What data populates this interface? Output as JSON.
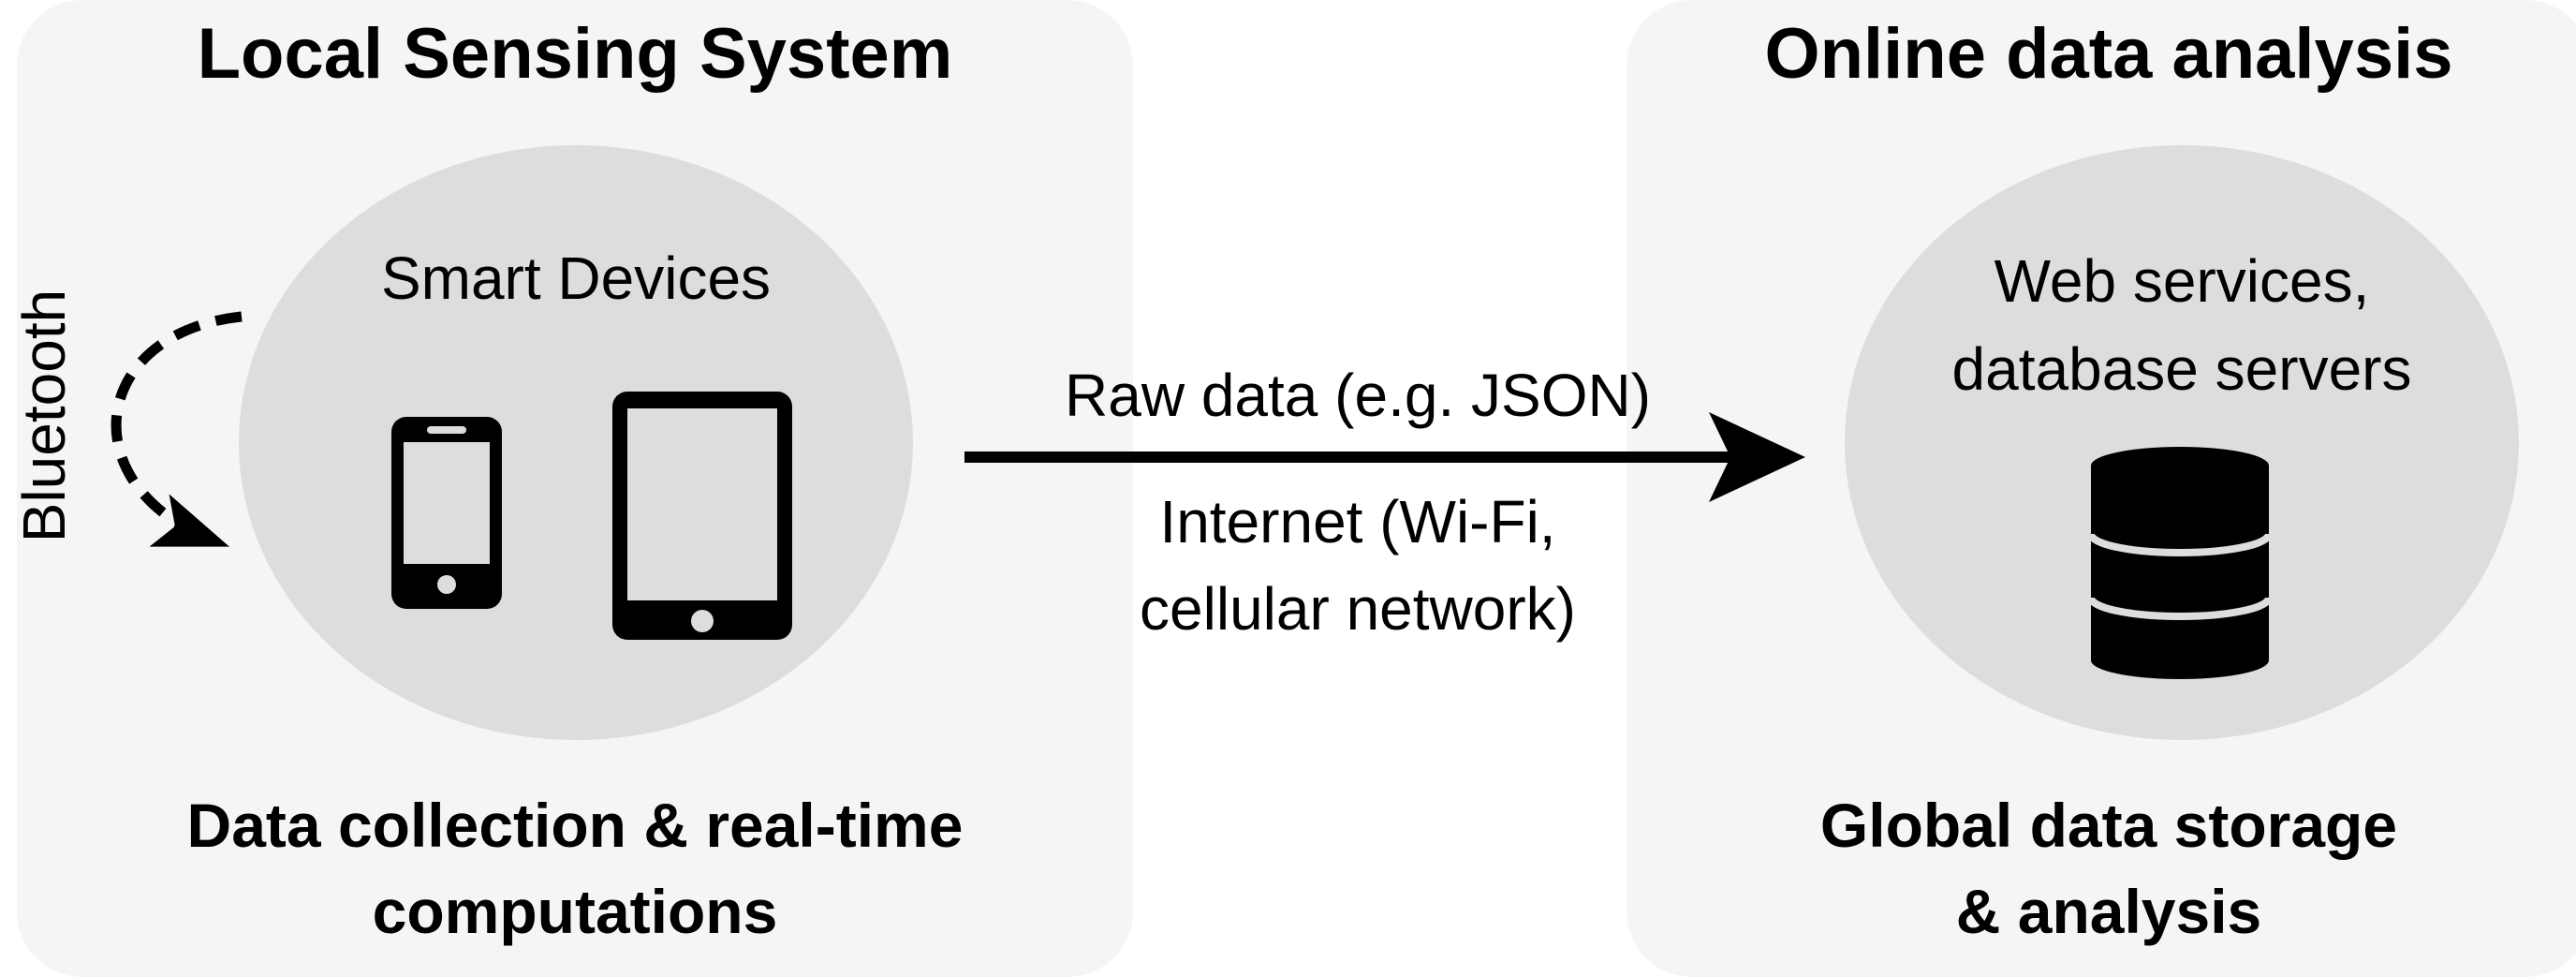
{
  "local_panel": {
    "title": "Local Sensing System",
    "circle_label": "Smart Devices",
    "caption_line1": "Data collection & real-time",
    "caption_line2": "computations",
    "loop_label": "Bluetooth"
  },
  "connection": {
    "above_arrow": "Raw data (e.g. JSON)",
    "below_arrow_line1": "Internet (Wi-Fi,",
    "below_arrow_line2": "cellular network)"
  },
  "online_panel": {
    "title": "Online data analysis",
    "circle_label_line1": "Web services,",
    "circle_label_line2": "database servers",
    "caption_line1": "Global data storage",
    "caption_line2": "& analysis"
  },
  "icons": [
    "smartphone-icon",
    "tablet-icon",
    "database-icon",
    "arrow-right-icon",
    "dashed-loop-arrow-icon"
  ],
  "colors": {
    "panel_background": "#f5f5f5",
    "circle_fill": "#dddddd",
    "ink": "#000000"
  }
}
